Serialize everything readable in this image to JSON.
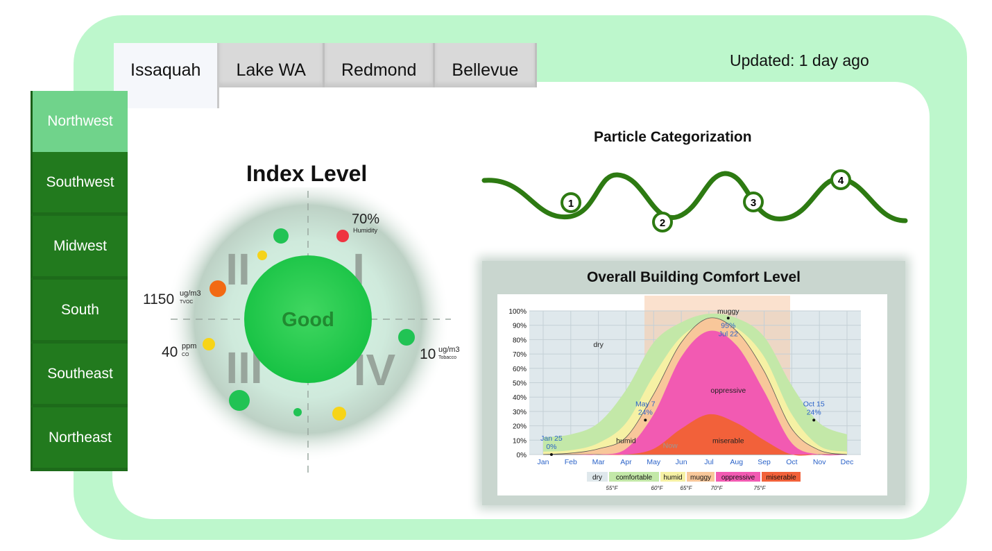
{
  "tabs": [
    "Issaquah",
    "Lake WA",
    "Redmond",
    "Bellevue"
  ],
  "active_tab": "Issaquah",
  "updated": "Updated: 1 day ago",
  "regions": [
    "Northwest",
    "Southwest",
    "Midwest",
    "South",
    "Southeast",
    "Northeast"
  ],
  "active_region": "Northwest",
  "index": {
    "title": "Index Level",
    "status": "Good",
    "quadrants": [
      "I",
      "II",
      "III",
      "IV"
    ],
    "humidity": {
      "value": "70%",
      "label": "Humidity"
    },
    "tvoc": {
      "value": "1150",
      "unit": "ug/m3",
      "label": "TVOC"
    },
    "co": {
      "value": "40",
      "unit": "ppm",
      "label": "CO"
    },
    "tobacco": {
      "value": "10",
      "unit": "ug/m3",
      "label": "Tobacco"
    }
  },
  "particles": {
    "title": "Particle Categorization",
    "steps": [
      "1",
      "2",
      "3",
      "4"
    ]
  },
  "comfort": {
    "title": "Overall Building Comfort Level",
    "chart_data": {
      "type": "area",
      "x": [
        "Jan",
        "Feb",
        "Mar",
        "Apr",
        "May",
        "Jun",
        "Jul",
        "Aug",
        "Sep",
        "Oct",
        "Nov",
        "Dec"
      ],
      "yticks": [
        "0%",
        "10%",
        "20%",
        "30%",
        "40%",
        "50%",
        "60%",
        "70%",
        "80%",
        "90%",
        "100%"
      ],
      "ylim": [
        0,
        100
      ],
      "series": [
        {
          "name": "dry",
          "values": [
            100,
            100,
            100,
            100,
            100,
            100,
            100,
            100,
            100,
            100,
            100,
            100
          ]
        },
        {
          "name": "comfortable",
          "values": [
            12,
            14,
            22,
            45,
            78,
            92,
            98,
            95,
            82,
            48,
            22,
            14
          ]
        },
        {
          "name": "humid",
          "values": [
            2,
            3,
            8,
            22,
            55,
            82,
            92,
            88,
            68,
            28,
            6,
            2
          ]
        },
        {
          "name": "muggy",
          "values": [
            0,
            1,
            4,
            12,
            42,
            78,
            95,
            86,
            58,
            18,
            3,
            0
          ]
        },
        {
          "name": "oppressive",
          "values": [
            0,
            0,
            0,
            4,
            28,
            68,
            86,
            76,
            44,
            8,
            0,
            0
          ]
        },
        {
          "name": "miserable",
          "values": [
            0,
            0,
            0,
            0,
            4,
            18,
            28,
            22,
            10,
            0,
            0,
            0
          ]
        }
      ],
      "annotations": [
        {
          "label": "Jan 25",
          "value": "0%"
        },
        {
          "label": "May 7",
          "value": "24%"
        },
        {
          "label": "95%",
          "value": "Jul 22"
        },
        {
          "label": "Oct 15",
          "value": "24%"
        }
      ],
      "band_labels": [
        "dry",
        "humid",
        "muggy",
        "oppressive",
        "miserable",
        "Now"
      ],
      "legend": [
        "dry",
        "comfortable",
        "humid",
        "muggy",
        "oppressive",
        "miserable"
      ],
      "legend_temps": [
        "55°F",
        "60°F",
        "65°F",
        "70°F",
        "75°F"
      ],
      "colors": {
        "dry": "#dfe8ec",
        "comfortable": "#c3e8a8",
        "humid": "#f6f1a4",
        "muggy": "#f8c79a",
        "oppressive": "#f25ab2",
        "miserable": "#f2613a"
      }
    }
  }
}
